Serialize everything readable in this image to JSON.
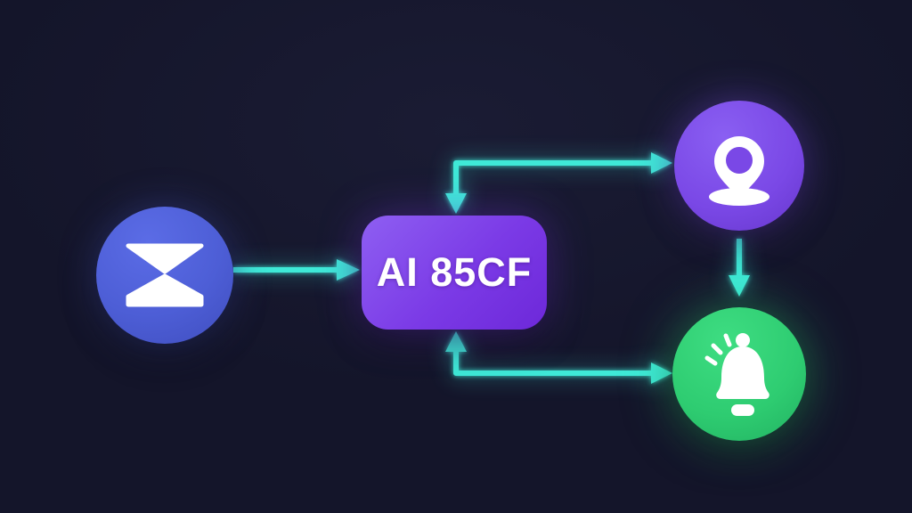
{
  "colors": {
    "background": "#14152a",
    "arrow": "#3fe9d7",
    "email_node": "#4d5ed6",
    "email_node_light": "#5b6ce6",
    "ai_box_from": "#8e5ff2",
    "ai_box_to": "#6d28d9",
    "location_node": "#7a48e6",
    "location_node_light": "#8a5ff2",
    "notification_node": "#2ecc71",
    "notification_node_light": "#3edd82",
    "icon": "#ffffff",
    "label_text": "#ffffff"
  },
  "diagram": {
    "type": "flowchart",
    "nodes": {
      "email": {
        "shape": "circle",
        "icon": "envelope-send-icon"
      },
      "ai": {
        "shape": "rounded-rectangle",
        "label": "AI 85CF"
      },
      "location": {
        "shape": "circle",
        "icon": "location-pin-icon"
      },
      "notification": {
        "shape": "circle",
        "icon": "bell-icon"
      }
    },
    "connections": [
      {
        "from": "email",
        "to": "ai",
        "style": "straight",
        "arrowheads": [
          "right-into-ai"
        ]
      },
      {
        "between": [
          "ai",
          "location"
        ],
        "style": "elbow",
        "arrowheads": [
          "down-into-ai",
          "right-into-location"
        ]
      },
      {
        "between": [
          "ai",
          "notification"
        ],
        "style": "elbow",
        "arrowheads": [
          "up-into-ai",
          "right-into-notification"
        ]
      },
      {
        "from": "location",
        "to": "notification",
        "style": "straight",
        "arrowheads": [
          "down-into-notification"
        ]
      }
    ]
  }
}
